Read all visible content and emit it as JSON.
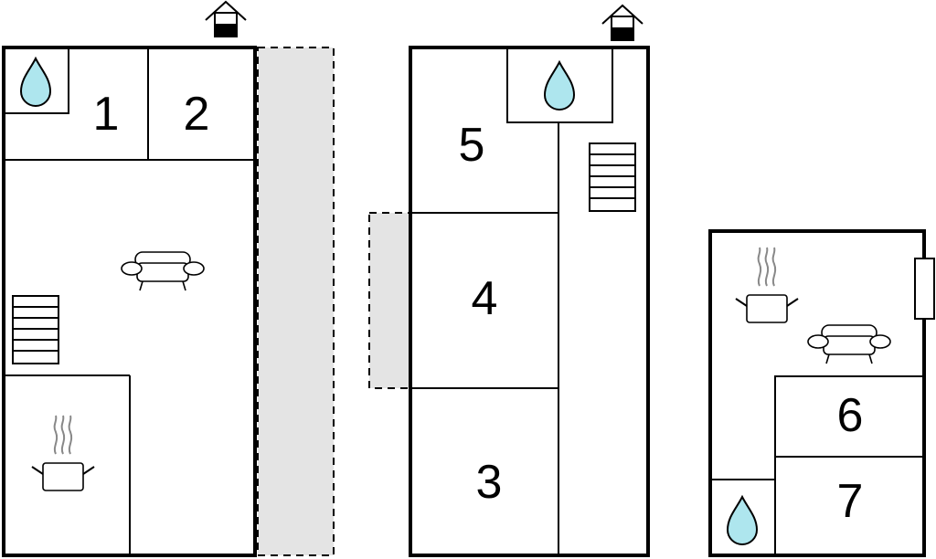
{
  "floors": [
    {
      "id": "floor-1",
      "rooms": [
        {
          "id": "1",
          "label": "1"
        },
        {
          "id": "2",
          "label": "2"
        }
      ]
    },
    {
      "id": "floor-2",
      "rooms": [
        {
          "id": "5",
          "label": "5"
        },
        {
          "id": "4",
          "label": "4"
        },
        {
          "id": "3",
          "label": "3"
        }
      ]
    },
    {
      "id": "floor-3",
      "rooms": [
        {
          "id": "6",
          "label": "6"
        },
        {
          "id": "7",
          "label": "7"
        }
      ]
    }
  ],
  "icons": {
    "bathroom": "water-drop-icon",
    "living": "sofa-icon",
    "kitchen": "cooking-pot-icon",
    "stairs": "stairs-icon",
    "entrance": "house-entrance-icon"
  },
  "colors": {
    "water": "#aee6ee",
    "terrace": "#e4e4e4",
    "line": "#000000"
  }
}
